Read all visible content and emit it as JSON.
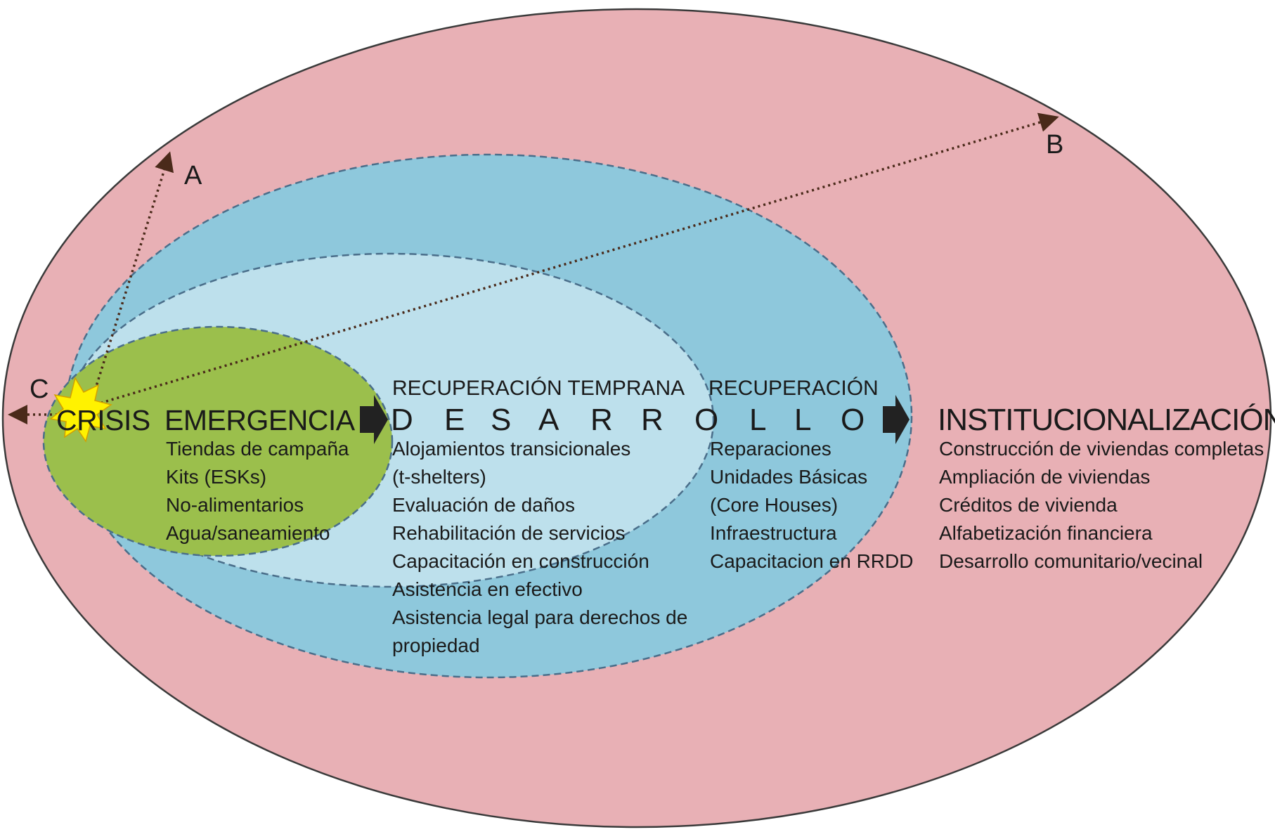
{
  "colors": {
    "outer_ellipse": "#e8b0b5",
    "recovery_ellipse": "#8ec8dc",
    "early_recovery_ellipse": "#bde0ec",
    "emergency_ellipse": "#9bbf4c",
    "crisis_star": "#fff200",
    "arrow": "#4a2a1a",
    "text": "#1a1a1a"
  },
  "points": {
    "a": "A",
    "b": "B",
    "c": "C"
  },
  "crisis": {
    "label": "CRISIS",
    "icon": "crisis-star-icon"
  },
  "emergency": {
    "title": "EMERGENCIA",
    "items": [
      "Tiendas de campaña",
      "Kits (ESKs)",
      "No-alimentarios",
      "Agua/saneamiento"
    ]
  },
  "desarrollo": {
    "letters": [
      "D",
      "E",
      "S",
      "A",
      "R",
      "R",
      "O",
      "L",
      "L",
      "O"
    ]
  },
  "early_recovery": {
    "title": "RECUPERACIÓN TEMPRANA",
    "items": [
      "Alojamientos transicionales",
      "(t-shelters)",
      "Evaluación de daños",
      "Rehabilitación de servicios",
      "Capacitación en construcción",
      "Asistencia en efectivo",
      "Asistencia legal para derechos de",
      "propiedad"
    ]
  },
  "recovery": {
    "title": "RECUPERACIÓN",
    "items": [
      "Reparaciones",
      "Unidades Básicas",
      "(Core Houses)",
      "Infraestructura",
      "Capacitacion en RRDD"
    ]
  },
  "institutionalization": {
    "title": "INSTITUCIONALIZACIÓN",
    "items": [
      "Construcción de viviendas completas",
      "Ampliación de viviendas",
      "Créditos de vivienda",
      "Alfabetización financiera",
      "Desarrollo comunitario/vecinal"
    ]
  }
}
